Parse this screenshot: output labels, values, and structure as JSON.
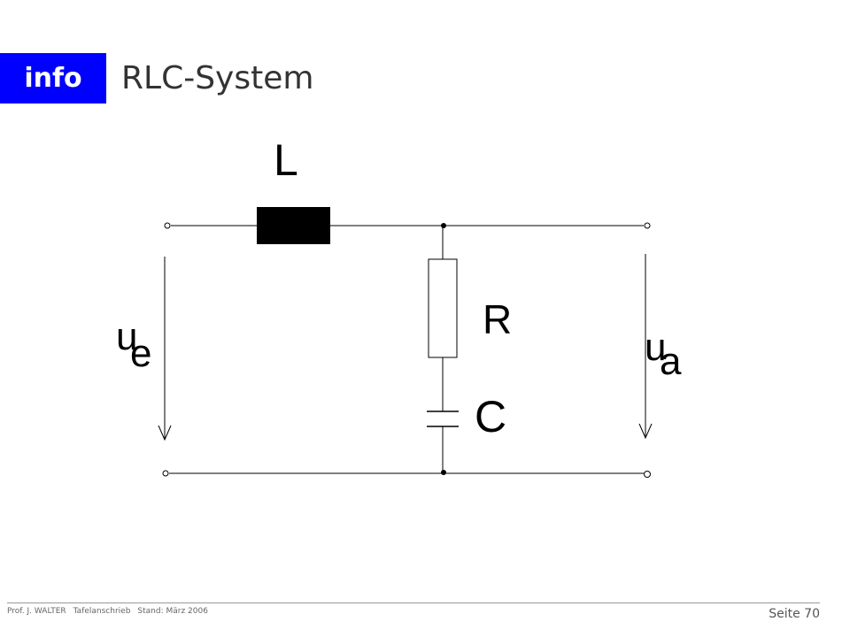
{
  "header": {
    "logo_text": "info",
    "logo_color": "#0000ff",
    "title": "RLC-System"
  },
  "diagram": {
    "inductor_label": "L",
    "resistor_label": "R",
    "capacitor_label": "C",
    "input_voltage": {
      "symbol": "u",
      "subscript": "e"
    },
    "output_voltage": {
      "symbol": "u",
      "subscript": "a"
    }
  },
  "footer": {
    "author": "Prof. J. WALTER",
    "course": "Tafelanschrieb",
    "status": "Stand: März 2006",
    "page": "Seite 70"
  }
}
